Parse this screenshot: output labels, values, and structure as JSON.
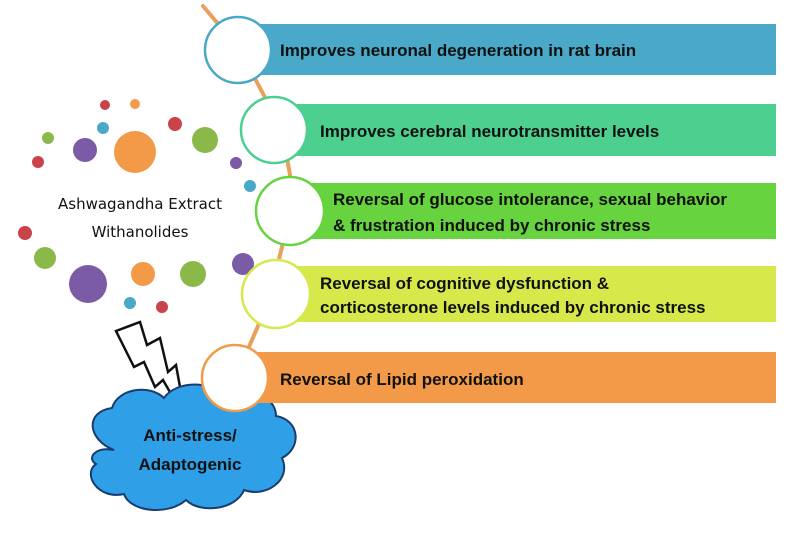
{
  "center_label": {
    "line1": "Ashwagandha Extract",
    "line2": "Withanolides"
  },
  "effects": [
    {
      "lines": [
        "Improves neuronal degeneration in rat brain"
      ],
      "color": "#4aa8c8"
    },
    {
      "lines": [
        "Improves cerebral  neurotransmitter levels"
      ],
      "color": "#4ccf8f"
    },
    {
      "lines": [
        "Reversal of glucose intolerance, sexual behavior",
        "& frustration induced by chronic stress"
      ],
      "color": "#66d33f"
    },
    {
      "lines": [
        "Reversal  of cognitive dysfunction &",
        "corticosterone levels induced by chronic stress"
      ],
      "color": "#d6e84a"
    },
    {
      "lines": [
        "Reversal of Lipid peroxidation"
      ],
      "color": "#f29a48"
    }
  ],
  "cloud": {
    "line1": "Anti-stress/",
    "line2": "Adaptogenic",
    "color": "#2f9fe8"
  },
  "connector_color": "#e8a05a"
}
